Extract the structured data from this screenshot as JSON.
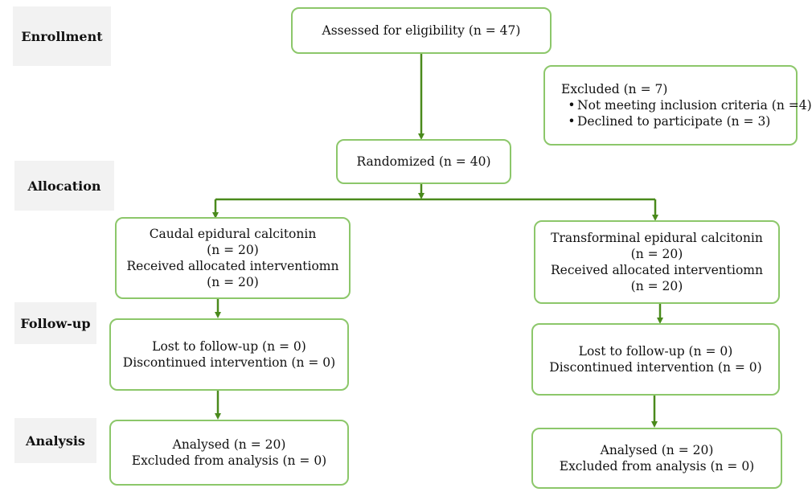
{
  "stages": {
    "enrollment": "Enrollment",
    "allocation": "Allocation",
    "followup": "Follow-up",
    "analysis": "Analysis"
  },
  "assessed": "Assessed for eligibility (n = 47)",
  "excluded": {
    "title": "Excluded (n = 7)",
    "items": [
      "Not meeting inclusion criteria (n =4)",
      "Declined to participate (n = 3)"
    ]
  },
  "randomized": "Randomized (n = 40)",
  "left_arm": {
    "allocation": [
      "Caudal epidural calcitonin",
      "(n = 20)",
      "Received allocated interventiomn",
      "(n = 20)"
    ],
    "followup": [
      "Lost to follow-up (n = 0)",
      "Discontinued intervention (n = 0)"
    ],
    "analysis": [
      "Analysed (n = 20)",
      "Excluded from analysis (n = 0)"
    ]
  },
  "right_arm": {
    "allocation": [
      "Transforminal epidural calcitonin",
      "(n = 20)",
      "Received allocated interventiomn",
      "(n = 20)"
    ],
    "followup": [
      "Lost to follow-up (n = 0)",
      "Discontinued intervention (n = 0)"
    ],
    "analysis": [
      "Analysed (n = 20)",
      "Excluded from analysis (n = 0)"
    ]
  },
  "colors": {
    "box_border": "#8cc76a",
    "arrow": "#4a8a1c",
    "stage_bg": "#f2f2f2"
  }
}
